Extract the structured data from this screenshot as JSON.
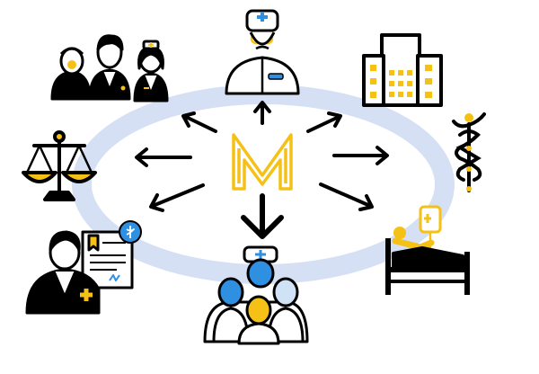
{
  "colors": {
    "ring": "#d5e0f4",
    "ink": "#000000",
    "accent_yellow": "#f6c116",
    "accent_blue": "#2f8fe0",
    "light_blue": "#cfe2f6",
    "white": "#ffffff"
  },
  "center": {
    "logo_icon": "m-logo-icon"
  },
  "nodes": [
    {
      "id": "doctor",
      "icon": "doctor-icon"
    },
    {
      "id": "hospital",
      "icon": "hospital-icon"
    },
    {
      "id": "caduceus",
      "icon": "caduceus-icon"
    },
    {
      "id": "patient-bed",
      "icon": "patient-bed-icon"
    },
    {
      "id": "medical-team",
      "icon": "medical-team-icon"
    },
    {
      "id": "certified-doctor",
      "icon": "certificate-doctor-icon"
    },
    {
      "id": "justice-scale",
      "icon": "justice-scale-icon"
    },
    {
      "id": "care-people",
      "icon": "care-people-icon"
    }
  ]
}
